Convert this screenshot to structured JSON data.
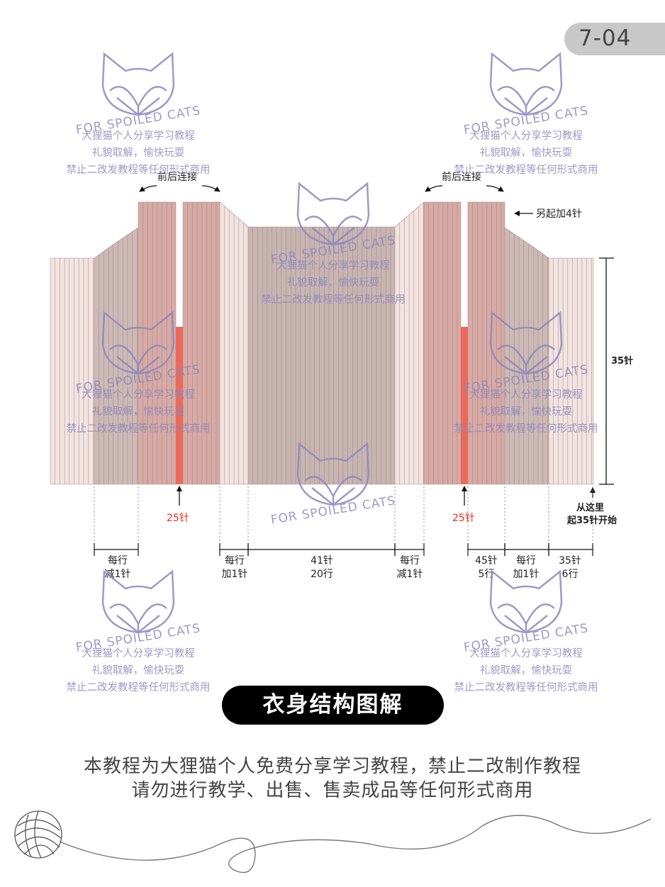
{
  "page_number": "7-04",
  "title": "衣身结构图解",
  "notice": {
    "line1": "本教程为大狸猫个人免费分享学习教程，禁止二改制作教程",
    "line2": "请勿进行教学、出售、售卖成品等任何形式商用"
  },
  "watermark": {
    "brand": "FOR SPOILED CATS",
    "line1": "大狸猫个人分享学习教程",
    "line2": "礼貌取解，愉快玩耍",
    "line3": "禁止二改发教程等任何形式商用"
  },
  "annotations": {
    "join_left": "前后连接",
    "join_right": "前后连接",
    "cast_on": "另起加4针",
    "height": "35针",
    "start_line1": "从这里",
    "start_line2": "起35针开始",
    "mark_left": "25针",
    "mark_right": "25针"
  },
  "segments": [
    {
      "line1": "每行",
      "line2": "减1针"
    },
    {
      "line1": "每行",
      "line2": "加1针"
    },
    {
      "line1": "41针",
      "line2": "20行"
    },
    {
      "line1": "每行",
      "line2": "减1针"
    },
    {
      "line1": "45针",
      "line2": "5行"
    },
    {
      "line1": "每行",
      "line2": "加1针"
    },
    {
      "line1": "35针",
      "line2": "6行"
    }
  ],
  "colors": {
    "light": "#f3e4e1",
    "taupe": "#cdbab6",
    "rose": "#d8aaa5",
    "red": "#ea6a5a",
    "mauve": "#c8b5b2",
    "watermark": "#8e88be"
  }
}
